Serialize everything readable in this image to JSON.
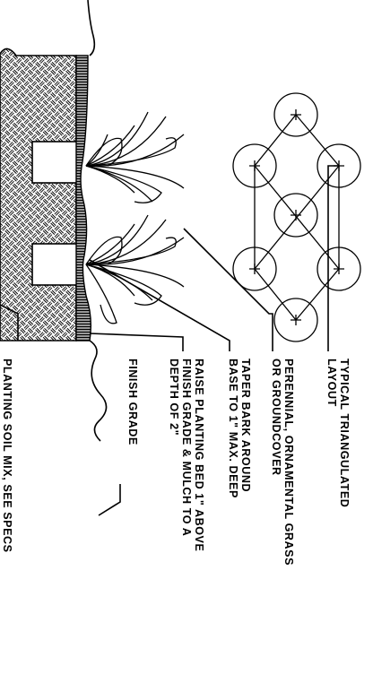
{
  "labels": {
    "typical": [
      "TYPICAL TRIANGULATED",
      "LAYOUT"
    ],
    "perennial": [
      "PERENNIAL, ORNAMENTAL GRASS",
      "OR GROUNDCOVER"
    ],
    "taper": [
      "TAPER BARK AROUND",
      "BASE TO 1\" MAX. DEEP"
    ],
    "raise": [
      "RAISE PLANTING BED 1\" ABOVE",
      "FINISH GRADE & MULCH TO A",
      "DEPTH OF 2\""
    ],
    "finish_grade": "FINISH GRADE",
    "cutoff": "PLANTING SOIL MIX, SEE SPECS"
  },
  "colors": {
    "line": "#000000",
    "background": "#ffffff"
  }
}
